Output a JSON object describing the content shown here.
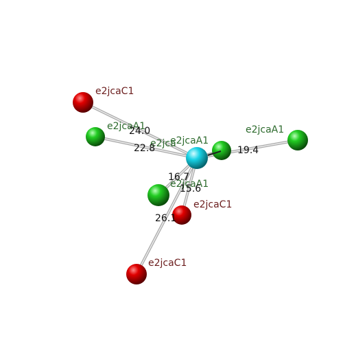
{
  "colors": {
    "background": "#ffffff",
    "red_atom": "#e00000",
    "green_atom": "#22cc22",
    "center_atom": "#19d3e6",
    "label_red": "#6b1d1d",
    "label_green": "#2e6b2e",
    "distance_label": "#111111"
  },
  "atoms": [
    {
      "id": "center",
      "color": "cyan",
      "label": "e2jcaA1"
    },
    {
      "id": "r1",
      "color": "red",
      "label": "e2jcaC1"
    },
    {
      "id": "g1",
      "color": "green",
      "label": "e2jcaA1"
    },
    {
      "id": "g2",
      "color": "green",
      "label": "e2jcaA1"
    },
    {
      "id": "g3",
      "color": "green",
      "label": "e2jcaA1"
    },
    {
      "id": "g4",
      "color": "green",
      "label": "e2jcaA1"
    },
    {
      "id": "r2",
      "color": "red",
      "label": "e2jcaC1"
    },
    {
      "id": "r3",
      "color": "red",
      "label": "e2jcaC1"
    }
  ],
  "partial_label": "e2jca",
  "bonds": [
    {
      "to": "r1",
      "distance": "24.0"
    },
    {
      "to": "g1",
      "distance": "22.8"
    },
    {
      "to": "g3",
      "distance": "19.4"
    },
    {
      "to": "g4",
      "distance": "16.7"
    },
    {
      "to": "r2",
      "distance": "15.6"
    },
    {
      "to": "r3",
      "distance": "26.1"
    }
  ]
}
